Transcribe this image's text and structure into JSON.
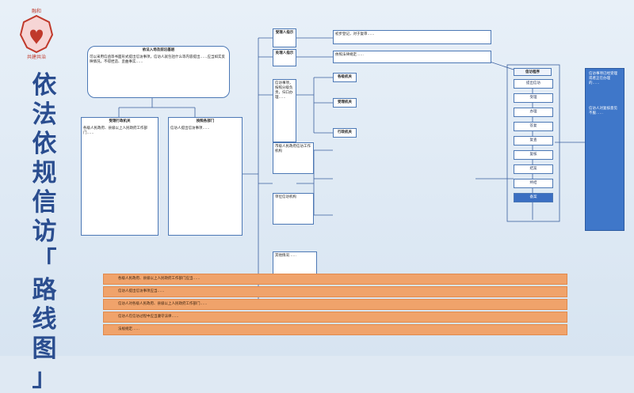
{
  "brand": {
    "logo_top_text": "融和",
    "logo_bottom_text": "共建共治"
  },
  "title": {
    "chars": [
      "依",
      "法",
      "依",
      "规",
      "信",
      "访",
      "「",
      "路",
      "线",
      "图",
      "」"
    ]
  },
  "left": {
    "top_box": {
      "title": "依法入场及前沿基层",
      "text": "可以采用信函等书面形式提出信访事项，信访人就包括什么等内容提出……应当如实反映情况，不得捏造、歪曲事实……"
    },
    "left_box": {
      "title": "受理行政机关",
      "text": "各级人民政府、县级以上人民政府工作部门……"
    },
    "mid_box": {
      "title": "按照各部门",
      "text": "信访人提出信访事项……"
    }
  },
  "center": {
    "bubble1": "受理人指示",
    "bubble2": "处理人指示",
    "top_right_texts": [
      "初步登记，对于复审……",
      "依照法律规定……"
    ],
    "mid_box": "信访事项，按照分级负责，归口办理……",
    "section_labels": [
      "各级机关",
      "受理机关",
      "行政机关"
    ],
    "left_labels": [
      "市级人民政府信访工作机构",
      "单位信访机构"
    ],
    "bottom_text": "其他情况……"
  },
  "flow": {
    "title": "信访程序",
    "items": [
      "提出信访",
      "受理",
      "办理",
      "答复",
      "复查",
      "复核",
      "结案",
      "终结",
      "备案"
    ],
    "active_index": 8
  },
  "right_panel": {
    "texts": [
      "信访事项已经受理或者正在办理的……",
      "信访人对复核意见不服……"
    ]
  },
  "bottom_bars": [
    "各级人民政府、县级以上人民政府工作部门应当……",
    "信访人提出信访事项应当……",
    "信访人对各级人民政府、县级以上人民政府工作部门……",
    "信访人在信访过程中应当遵守法律……",
    "法规规定……"
  ]
}
